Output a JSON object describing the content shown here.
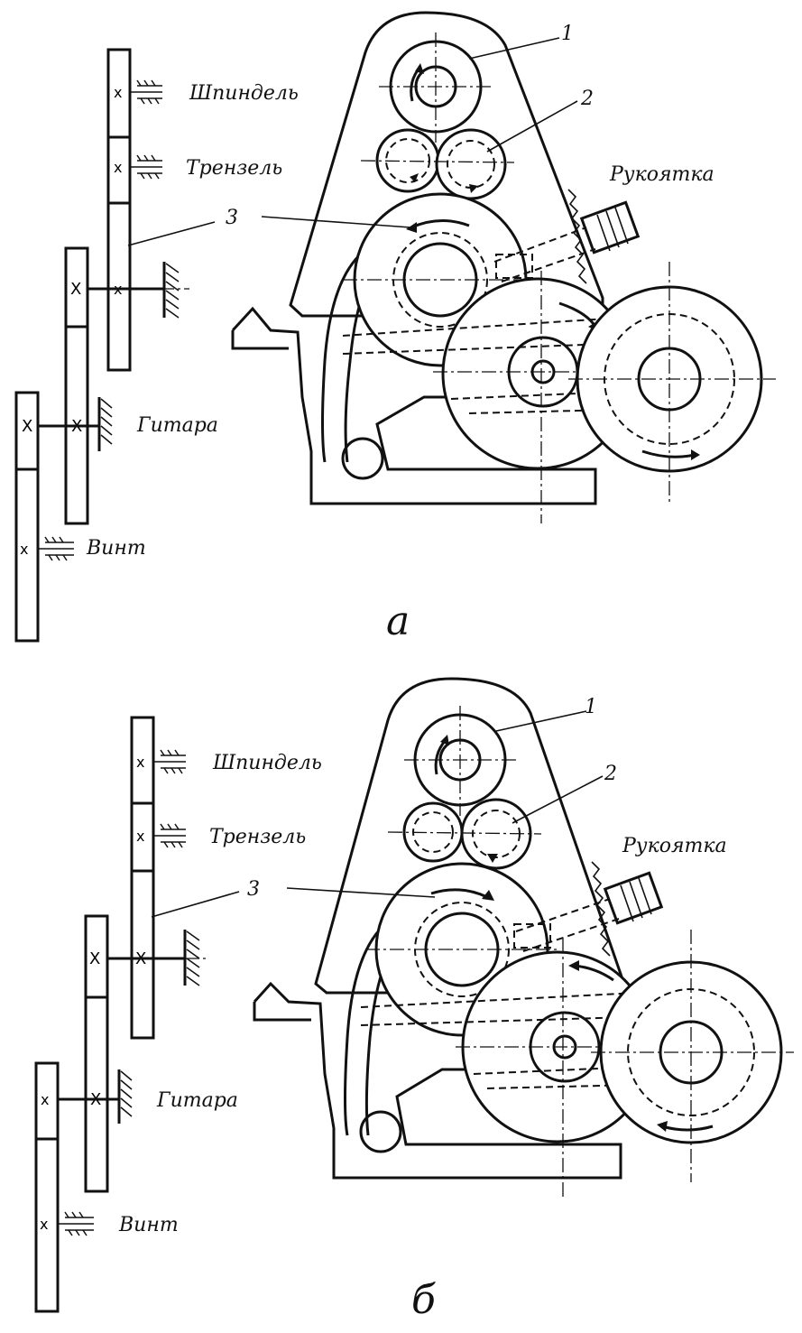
{
  "figure_a": {
    "caption": "а",
    "labels": {
      "spindle": "Шпиндель",
      "trenzel": "Трензель",
      "guitar": "Гитара",
      "screw": "Винт",
      "handle": "Рукоятка",
      "callout_1": "1",
      "callout_2": "2",
      "callout_3": "3"
    }
  },
  "figure_b": {
    "caption": "б",
    "labels": {
      "spindle": "Шпиндель",
      "trenzel": "Трензель",
      "guitar": "Гитара",
      "screw": "Винт",
      "handle": "Рукоятка",
      "callout_1": "1",
      "callout_2": "2",
      "callout_3": "3"
    }
  }
}
